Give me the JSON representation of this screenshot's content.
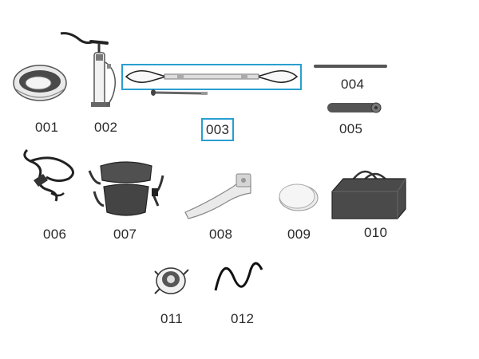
{
  "colors": {
    "highlight": "#2a9fd0",
    "dark": "#3d3d3d",
    "mid": "#8a8a8a",
    "light": "#cfcfcf"
  },
  "parts": [
    {
      "code": "001",
      "icon": "kayak-seat-cushion-icon"
    },
    {
      "code": "002",
      "icon": "hand-pump-icon"
    },
    {
      "code": "003",
      "icon": "paddle-icon",
      "selected": true
    },
    {
      "code": "004",
      "icon": "rod-icon"
    },
    {
      "code": "005",
      "icon": "rolled-mat-icon"
    },
    {
      "code": "006",
      "icon": "leash-strap-icon"
    },
    {
      "code": "007",
      "icon": "seat-with-straps-icon"
    },
    {
      "code": "008",
      "icon": "fin-icon"
    },
    {
      "code": "009",
      "icon": "repair-patch-icon"
    },
    {
      "code": "010",
      "icon": "carry-bag-icon"
    },
    {
      "code": "011",
      "icon": "valve-icon"
    },
    {
      "code": "012",
      "icon": "bungee-cord-icon"
    }
  ]
}
